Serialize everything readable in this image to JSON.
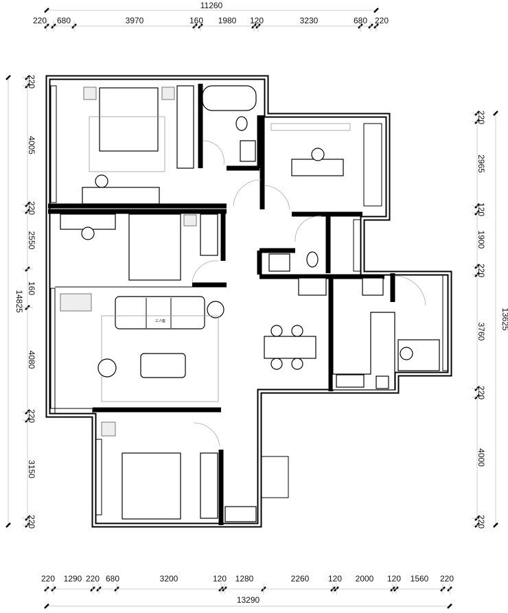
{
  "plan": {
    "top_dimensions": {
      "total": "11260",
      "segments": [
        "220",
        "680",
        "3970",
        "160",
        "1980",
        "120",
        "3230",
        "680",
        "220"
      ]
    },
    "bottom_dimensions": {
      "total": "13290",
      "segments": [
        "220",
        "1290",
        "220",
        "680",
        "3200",
        "120",
        "1280",
        "2260",
        "120",
        "2000",
        "120",
        "1560",
        "220"
      ]
    },
    "left_dimensions": {
      "total": "14825",
      "segments": [
        "220",
        "4005",
        "220",
        "2550",
        "160",
        "4080",
        "220",
        "3150",
        "220"
      ]
    },
    "right_dimensions": {
      "total": "13625",
      "segments": [
        "220",
        "2965",
        "120",
        "1900",
        "220",
        "3760",
        "220",
        "4000",
        "220"
      ]
    },
    "sofa_label": "三人座"
  }
}
